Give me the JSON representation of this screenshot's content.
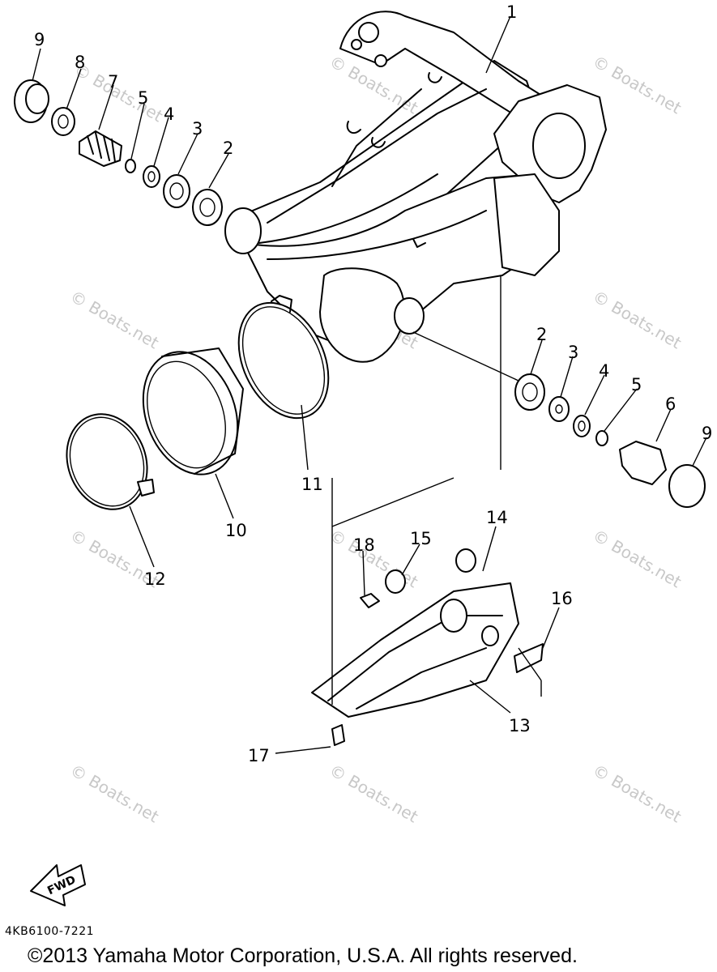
{
  "callouts": {
    "c1": "1",
    "c2a": "2",
    "c3a": "3",
    "c4a": "4",
    "c5a": "5",
    "c7": "7",
    "c8": "8",
    "c9a": "9",
    "c2b": "2",
    "c3b": "3",
    "c4b": "4",
    "c5b": "5",
    "c6": "6",
    "c9b": "9",
    "c10": "10",
    "c11": "11",
    "c12": "12",
    "c13": "13",
    "c14": "14",
    "c15": "15",
    "c16": "16",
    "c17": "17",
    "c18": "18"
  },
  "watermark": "© Boats.net",
  "fwd_label": "FWD",
  "diagram_code": "4KB6100-7221",
  "copyright": "©2013 Yamaha Motor Corporation, U.S.A. All rights reserved."
}
